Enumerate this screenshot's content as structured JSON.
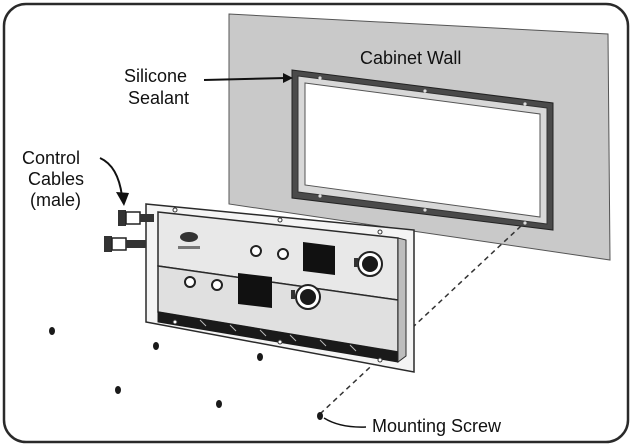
{
  "labels": {
    "cabinet_wall": "Cabinet Wall",
    "silicone_line1": "Silicone",
    "silicone_line2": "Sealant",
    "control_line1": "Control",
    "control_line2": "Cables",
    "control_line3": "(male)",
    "mounting_screw": "Mounting Screw"
  },
  "colors": {
    "wall_fill": "#c9c9c9",
    "panel_fill": "#e6e6e6",
    "panel_dark": "#1a1a1a",
    "outline": "#2a2a2a"
  }
}
